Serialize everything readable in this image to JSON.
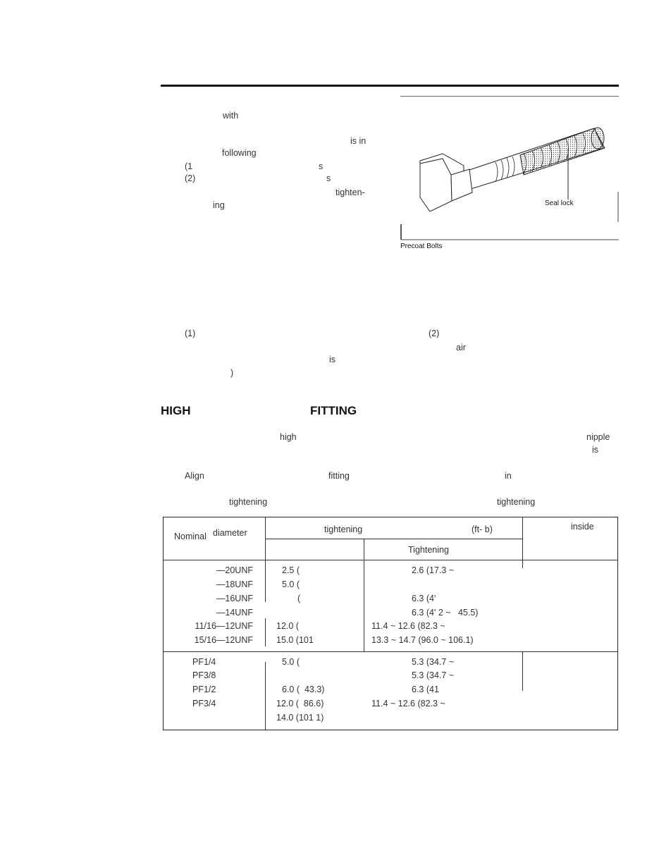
{
  "body_fragments": {
    "p1": [
      "with",
      "is in",
      "following",
      "(1",
      "s",
      "(2)",
      "s",
      "tighten-",
      "ing"
    ],
    "p2": [
      "(1)",
      "(2)",
      "air",
      "is",
      ")"
    ]
  },
  "figure": {
    "callout": "Seal lock",
    "caption": "Precoat Bolts"
  },
  "section": {
    "heading_parts": [
      "HIGH",
      "FITTING"
    ],
    "fragments": [
      "high",
      "nipple",
      "is",
      "Align",
      "fitting",
      "in",
      "tightening",
      "tightening"
    ]
  },
  "table": {
    "header": {
      "col1": [
        "Nominal",
        "diameter"
      ],
      "col2_top": [
        "tightening",
        "(ft- b)"
      ],
      "col3_sub": "Tightening",
      "col4": "inside"
    },
    "group1": [
      [
        "—20UNF",
        "2.5 (",
        "2.6 (17.3 ~"
      ],
      [
        "—18UNF",
        "5.0 (",
        ""
      ],
      [
        "—16UNF",
        "(",
        "6.3 (4'"
      ],
      [
        "—14UNF",
        "",
        "6.3 (4' 2 ~   45.5)"
      ],
      [
        "11/16—12UNF",
        "12.0 (",
        "11.4 ~ 12.6 (82.3 ~"
      ],
      [
        "15/16—12UNF",
        "15.0 (101",
        "13.3 ~ 14.7 (96.0 ~ 106.1)"
      ]
    ],
    "group2": [
      [
        "PF1/4",
        "5.0 (",
        "5.3 (34.7 ~"
      ],
      [
        "PF3/8",
        "",
        "5.3 (34.7 ~"
      ],
      [
        "PF1/2",
        "6.0 (  43.3)",
        "6.3 (41"
      ],
      [
        "PF3/4",
        "12.0 (  86.6)",
        "11.4 ~ 12.6 (82.3 ~"
      ],
      [
        "",
        "14.0 (101 1)",
        ""
      ]
    ]
  }
}
